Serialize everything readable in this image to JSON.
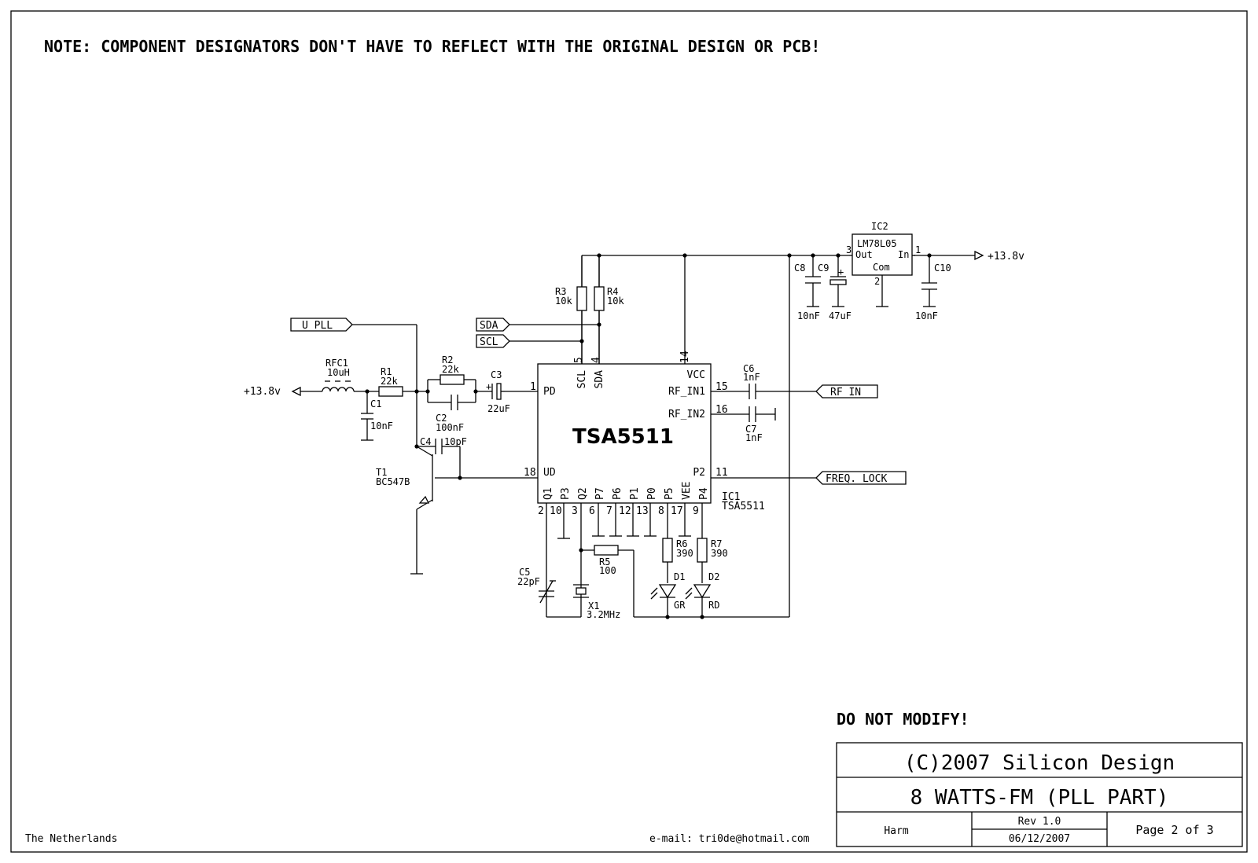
{
  "note": "NOTE: COMPONENT DESIGNATORS DON'T HAVE TO REFLECT WITH THE ORIGINAL DESIGN OR PCB!",
  "do_not_modify": "DO NOT MODIFY!",
  "footer": {
    "location": "The Netherlands",
    "email": "e-mail: tri0de@hotmail.com"
  },
  "title_block": {
    "company": "(C)2007 Silicon Design",
    "title": "8 WATTS-FM (PLL PART)",
    "author": "Harm",
    "revision": "Rev 1.0",
    "date": "06/12/2007",
    "page": "Page 2 of 3"
  },
  "ic1": {
    "name": "TSA5511",
    "designator": "IC1",
    "value": "TSA5511",
    "pins": {
      "pd": "PD",
      "vcc": "VCC",
      "rf_in1": "RF_IN1",
      "rf_in2": "RF_IN2",
      "ud": "UD",
      "p2": "P2",
      "scl": "SCL",
      "sda": "SDA",
      "q1": "Q1",
      "p3": "P3",
      "q2": "Q2",
      "p7": "P7",
      "p6": "P6",
      "p1": "P1",
      "p0": "P0",
      "p5": "P5",
      "vee": "VEE",
      "p4": "P4"
    },
    "pin_numbers": {
      "pd": "1",
      "scl": "5",
      "sda": "4",
      "vcc": "14",
      "rf_in1": "15",
      "rf_in2": "16",
      "ud": "18",
      "p2": "11",
      "q1": "2",
      "p3": "10",
      "q2": "3",
      "p7": "6",
      "p6": "7",
      "p1": "12",
      "p0": "13",
      "p5": "8",
      "vee": "17",
      "p4": "9"
    }
  },
  "ic2": {
    "designator": "IC2",
    "name": "LM78L05",
    "out": "Out",
    "in": "In",
    "com": "Com",
    "pin_out": "3",
    "pin_in": "1",
    "pin_com": "2"
  },
  "ports": {
    "u_pll": "U_PLL",
    "sda": "SDA",
    "scl": "SCL",
    "rf_in": "RF_IN",
    "freq_lock": "FREQ. LOCK",
    "supply_left": "+13.8v",
    "supply_right": "+13.8v"
  },
  "components": {
    "rfc1": {
      "ref": "RFC1",
      "value": "10uH"
    },
    "r1": {
      "ref": "R1",
      "value": "22k"
    },
    "r2": {
      "ref": "R2",
      "value": "22k"
    },
    "r3": {
      "ref": "R3",
      "value": "10k"
    },
    "r4": {
      "ref": "R4",
      "value": "10k"
    },
    "r5": {
      "ref": "R5",
      "value": "100"
    },
    "r6": {
      "ref": "R6",
      "value": "390"
    },
    "r7": {
      "ref": "R7",
      "value": "390"
    },
    "c1": {
      "ref": "C1",
      "value": "10nF"
    },
    "c2": {
      "ref": "C2",
      "value": "100nF"
    },
    "c3": {
      "ref": "C3",
      "value": "22uF"
    },
    "c4": {
      "ref": "C4",
      "value": "10pF"
    },
    "c5": {
      "ref": "C5",
      "value": "22pF"
    },
    "c6": {
      "ref": "C6",
      "value": "1nF"
    },
    "c7": {
      "ref": "C7",
      "value": "1nF"
    },
    "c8": {
      "ref": "C8",
      "value": "10nF"
    },
    "c9": {
      "ref": "C9",
      "value": "47uF"
    },
    "c10": {
      "ref": "C10",
      "value": "10nF"
    },
    "t1": {
      "ref": "T1",
      "value": "BC547B"
    },
    "x1": {
      "ref": "X1",
      "value": "3.2MHz"
    },
    "d1": {
      "ref": "D1",
      "value": "GR"
    },
    "d2": {
      "ref": "D2",
      "value": "RD"
    }
  }
}
